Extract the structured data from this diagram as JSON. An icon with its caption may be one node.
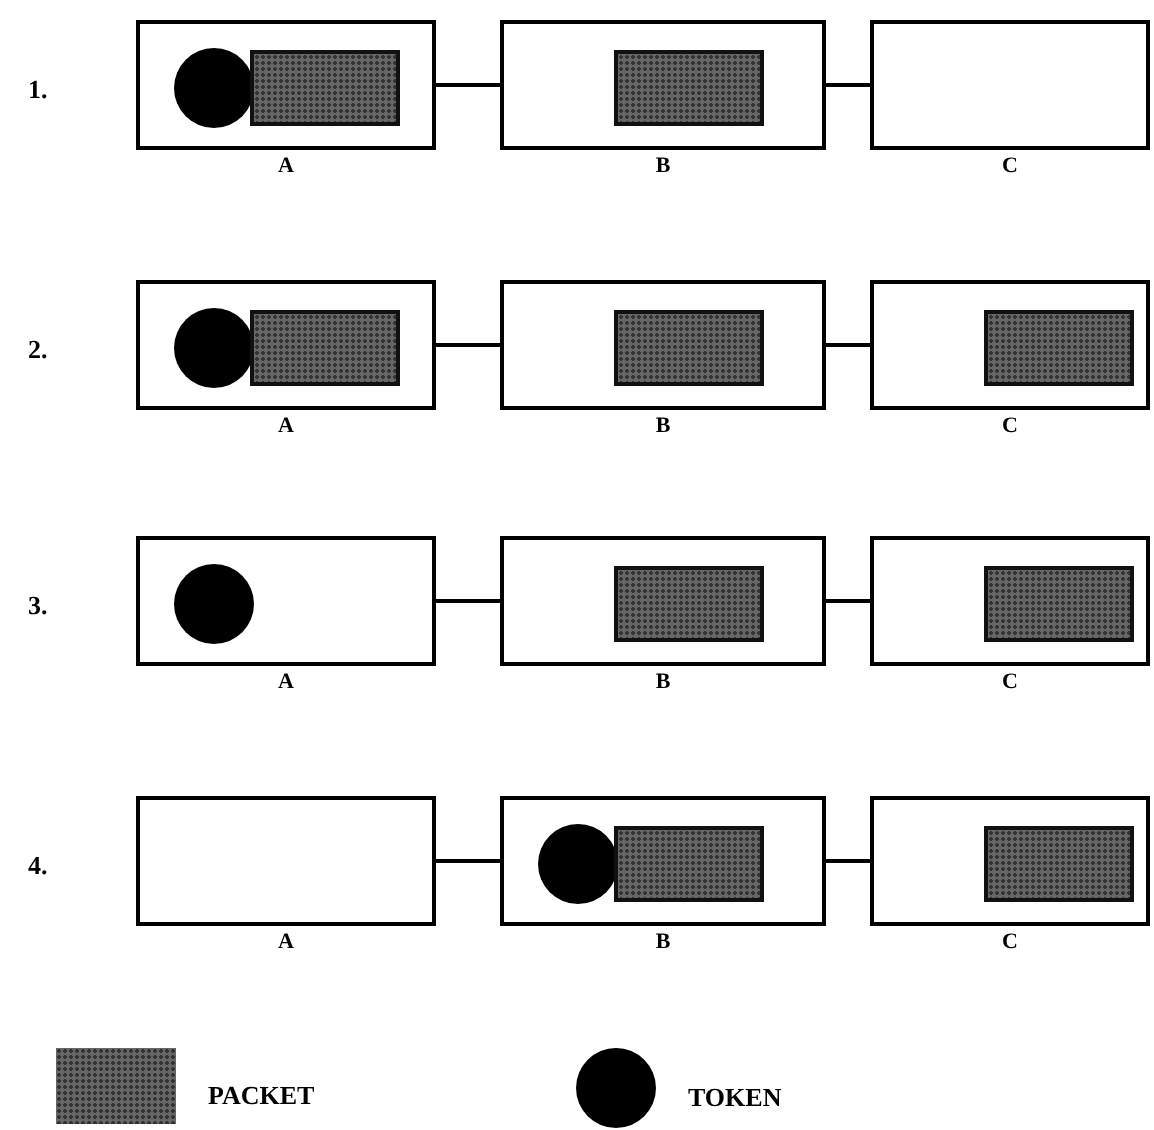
{
  "diagram": {
    "nodes": [
      {
        "text": [],
        "shape": "box",
        "beside": [
          "A"
        ]
      },
      {
        "text": [],
        "shape": "circle",
        "in": 0
      },
      {
        "text": [],
        "shape": "bar",
        "in": 0
      },
      {
        "text": [],
        "shape": "box",
        "beside": [
          "B"
        ]
      },
      {
        "text": [],
        "shape": "bar",
        "in": 3
      },
      {
        "text": [],
        "shape": "box",
        "beside": [
          "C"
        ]
      },
      {
        "text": [],
        "shape": "box",
        "beside": [
          "A"
        ]
      },
      {
        "text": [],
        "shape": "circle",
        "in": 6
      },
      {
        "text": [],
        "shape": "bar",
        "in": 6
      },
      {
        "text": [],
        "shape": "box",
        "beside": [
          "B"
        ]
      },
      {
        "text": [],
        "shape": "bar",
        "in": 9
      },
      {
        "text": [],
        "shape": "box",
        "beside": [
          "C"
        ]
      },
      {
        "text": [],
        "shape": "bar",
        "in": 11
      },
      {
        "text": [],
        "shape": "box",
        "beside": [
          "A"
        ]
      },
      {
        "text": [],
        "shape": "circle",
        "in": 13
      },
      {
        "text": [],
        "shape": "box",
        "beside": [
          "B"
        ]
      },
      {
        "text": [],
        "shape": "bar",
        "in": 15
      },
      {
        "text": [],
        "shape": "box",
        "beside": [
          "C"
        ]
      },
      {
        "text": [],
        "shape": "bar",
        "in": 17
      },
      {
        "text": [],
        "shape": "box",
        "beside": [
          "A"
        ]
      },
      {
        "text": [],
        "shape": "box",
        "beside": [
          "B"
        ]
      },
      {
        "text": [],
        "shape": "circle",
        "in": 20
      },
      {
        "text": [],
        "shape": "bar",
        "in": 20
      },
      {
        "text": [],
        "shape": "box",
        "beside": [
          "C"
        ]
      },
      {
        "text": [],
        "shape": "bar",
        "in": 23
      }
    ],
    "edges": [
      {
        "from": 0,
        "to": 3,
        "arrow": "none"
      },
      {
        "from": 3,
        "to": 5,
        "arrow": "none"
      },
      {
        "from": 6,
        "to": 9,
        "arrow": "none"
      },
      {
        "from": 9,
        "to": 11,
        "arrow": "none"
      },
      {
        "from": 13,
        "to": 15,
        "arrow": "none"
      },
      {
        "from": 15,
        "to": 17,
        "arrow": "none"
      },
      {
        "from": 19,
        "to": 20,
        "arrow": "none"
      },
      {
        "from": 20,
        "to": 23,
        "arrow": "none"
      }
    ],
    "labels": [
      "1.",
      "2.",
      "3.",
      "4."
    ],
    "legend": [
      {
        "text": "PACKET"
      },
      {
        "text": "TOKEN"
      }
    ]
  }
}
